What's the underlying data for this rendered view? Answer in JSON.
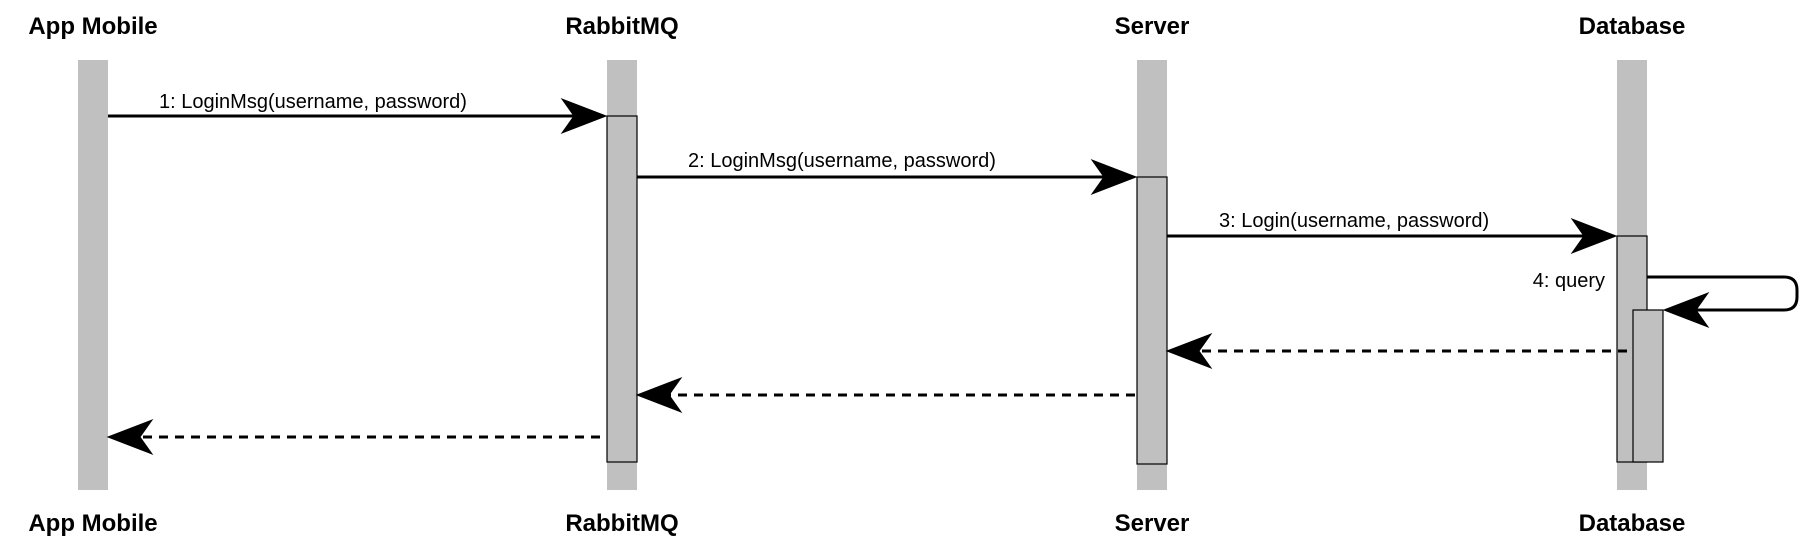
{
  "participants": [
    {
      "id": "app-mobile",
      "name": "App Mobile"
    },
    {
      "id": "rabbitmq",
      "name": "RabbitMQ"
    },
    {
      "id": "server",
      "name": "Server"
    },
    {
      "id": "database",
      "name": "Database"
    }
  ],
  "messages": [
    {
      "label": "1: LoginMsg(username, password)",
      "from": "App Mobile",
      "to": "RabbitMQ",
      "kind": "call"
    },
    {
      "label": "2: LoginMsg(username, password)",
      "from": "RabbitMQ",
      "to": "Server",
      "kind": "call"
    },
    {
      "label": "3: Login(username, password)",
      "from": "Server",
      "to": "Database",
      "kind": "call"
    },
    {
      "label": "4: query",
      "from": "Database",
      "to": "Database",
      "kind": "self-call"
    },
    {
      "label": "",
      "from": "Database",
      "to": "Server",
      "kind": "return"
    },
    {
      "label": "",
      "from": "Server",
      "to": "RabbitMQ",
      "kind": "return"
    },
    {
      "label": "",
      "from": "RabbitMQ",
      "to": "App Mobile",
      "kind": "return"
    }
  ],
  "colors": {
    "lifeline": "#c0c0c0",
    "activation_fill": "#c0c0c0",
    "line": "#000000",
    "text": "#000000",
    "background": "#ffffff"
  }
}
